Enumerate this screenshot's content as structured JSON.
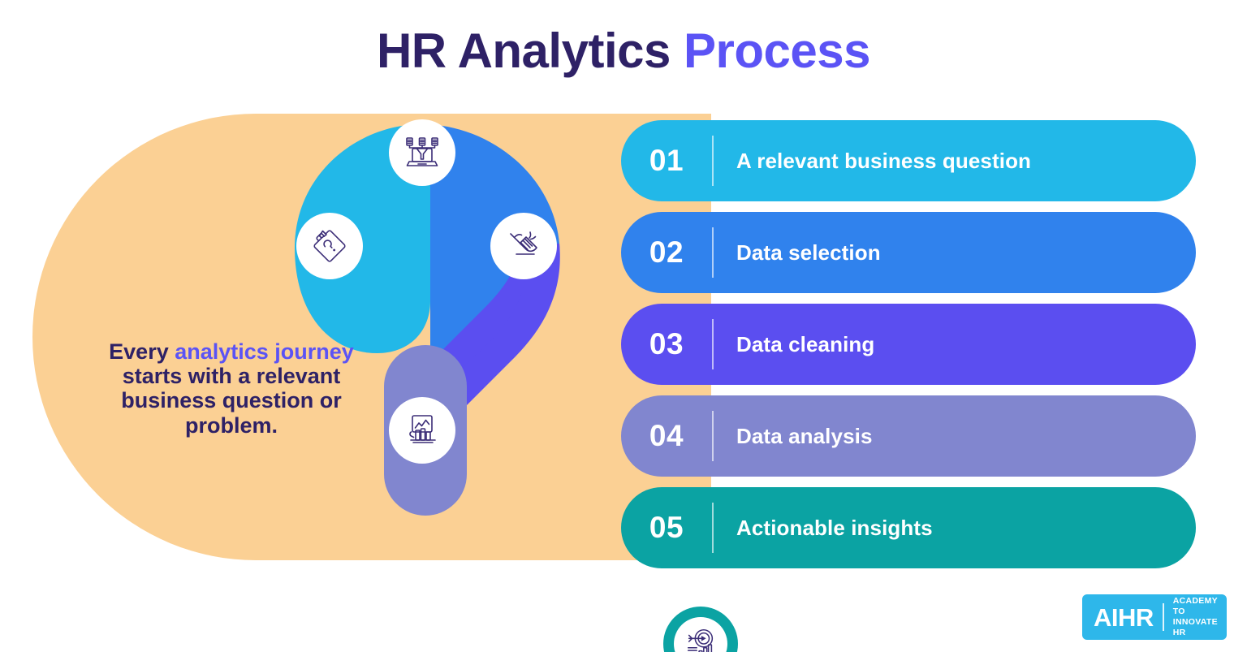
{
  "title": {
    "primary": "HR Analytics ",
    "accent": "Process",
    "color_primary": "#2e2166",
    "color_accent": "#5b53f5"
  },
  "panel": {
    "background_color": "#fbd094"
  },
  "caption": {
    "part1": "Every ",
    "highlight": "analytics journey",
    "part2": " starts with a relevant business question or problem.",
    "highlight_color": "#5b53f5",
    "text_color": "#2e2166"
  },
  "question_mark": {
    "segment_colors": {
      "arc_left": "#22b8e8",
      "arc_top_right": "#3082ed",
      "curve_right": "#5b4ef0",
      "stem": "#8186cf",
      "dot": "#0ba3a3"
    },
    "icons": [
      {
        "name": "laptop-funnel-icon",
        "label": "Data selection"
      },
      {
        "name": "clipboard-question-icon",
        "label": "A relevant business question"
      },
      {
        "name": "broom-icon",
        "label": "Data cleaning"
      },
      {
        "name": "chart-screen-icon",
        "label": "Data analysis"
      },
      {
        "name": "target-chart-icon",
        "label": "Actionable insights"
      }
    ]
  },
  "steps": [
    {
      "number": "01",
      "label": "A relevant business question",
      "color": "#22b8e8"
    },
    {
      "number": "02",
      "label": "Data selection",
      "color": "#3082ed"
    },
    {
      "number": "03",
      "label": "Data cleaning",
      "color": "#5b4ef0"
    },
    {
      "number": "04",
      "label": "Data analysis",
      "color": "#8186cf"
    },
    {
      "number": "05",
      "label": "Actionable insights",
      "color": "#0ba3a3"
    }
  ],
  "logo": {
    "word": "AIHR",
    "tagline_line1": "ACADEMY TO",
    "tagline_line2": "INNOVATE HR",
    "background_color": "#2eb7ea"
  }
}
